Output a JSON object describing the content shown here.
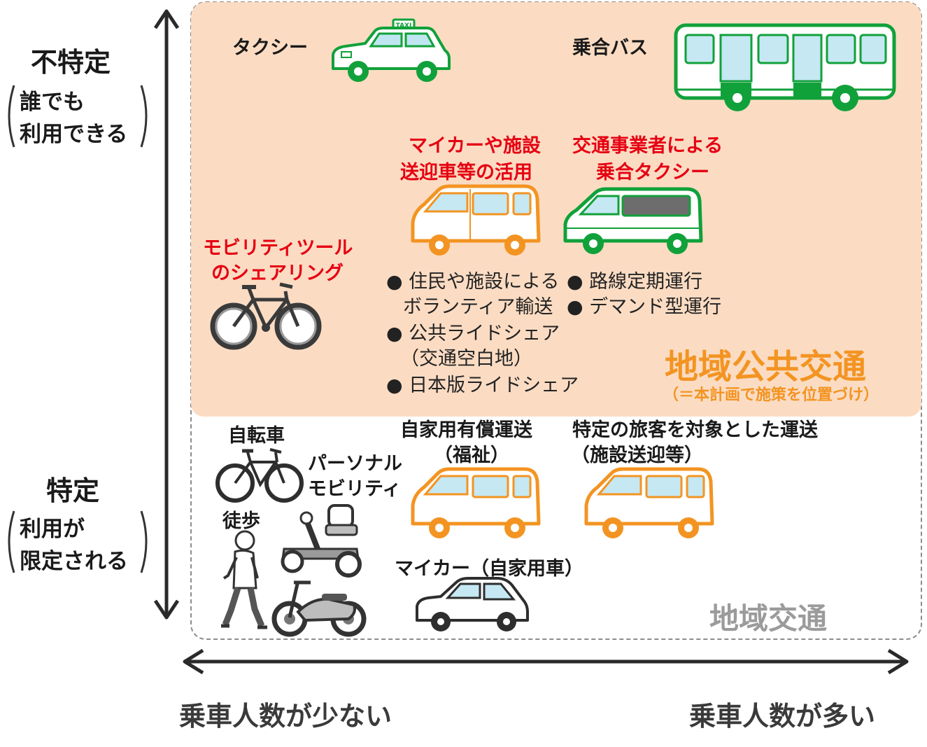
{
  "axes": {
    "vertical": {
      "top_label": "不特定",
      "top_sub_1": "誰でも",
      "top_sub_2": "利用できる",
      "bottom_label": "特定",
      "bottom_sub_1": "利用が",
      "bottom_sub_2": "限定される"
    },
    "horizontal": {
      "left_label": "乗車人数が少ない",
      "right_label": "乗車人数が多い"
    }
  },
  "regions": {
    "public": {
      "title": "地域公共交通",
      "subtitle": "（＝本計画で施策を位置づけ）",
      "fill_color": "#fbdcc3"
    },
    "local": {
      "title": "地域交通"
    }
  },
  "items": {
    "taxi": {
      "label": "タクシー",
      "sign": "TAXI"
    },
    "bus": {
      "label": "乗合バス"
    },
    "mycar_facility": {
      "label_1": "マイカーや施設",
      "label_2": "送迎車等の活用",
      "bullets": [
        "住民や施設による",
        "ボランティア輸送",
        "公共ライドシェア",
        "（交通空白地）",
        "日本版ライドシェア"
      ]
    },
    "shared_taxi": {
      "label_1": "交通事業者による",
      "label_2": "乗合タクシー",
      "bullets": [
        "路線定期運行",
        "デマンド型運行"
      ]
    },
    "mobility_sharing": {
      "label_1": "モビリティツール",
      "label_2": "のシェアリング"
    },
    "bicycle": {
      "label": "自転車"
    },
    "personal_mobility": {
      "label_1": "パーソナル",
      "label_2": "モビリティ"
    },
    "walking": {
      "label": "徒歩"
    },
    "private_paid": {
      "label_1": "自家用有償運送",
      "label_2": "（福祉）"
    },
    "specific_transport": {
      "label_1": "特定の旅客を対象とした運送",
      "label_2": "（施設送迎等）"
    },
    "mycar": {
      "label": "マイカー（自家用車）"
    }
  },
  "colors": {
    "green": "#11a13a",
    "orange": "#f39422",
    "red": "#e60012"
  }
}
